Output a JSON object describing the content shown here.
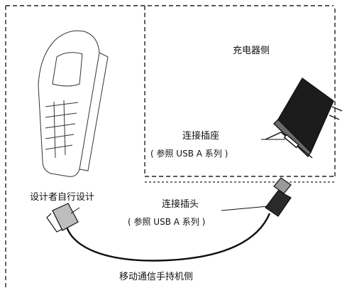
{
  "diagram": {
    "regions": {
      "charger_side": "充电器侧",
      "handset_side": "移动通信手持机侧"
    },
    "callouts": {
      "receptacle_name": "连接插座",
      "receptacle_ref": "( 参照 USB A 系列 )",
      "plug_name": "连接插头",
      "plug_ref": "( 参照 USB A 系列 )",
      "designer_defined": "设计者自行设计"
    }
  }
}
